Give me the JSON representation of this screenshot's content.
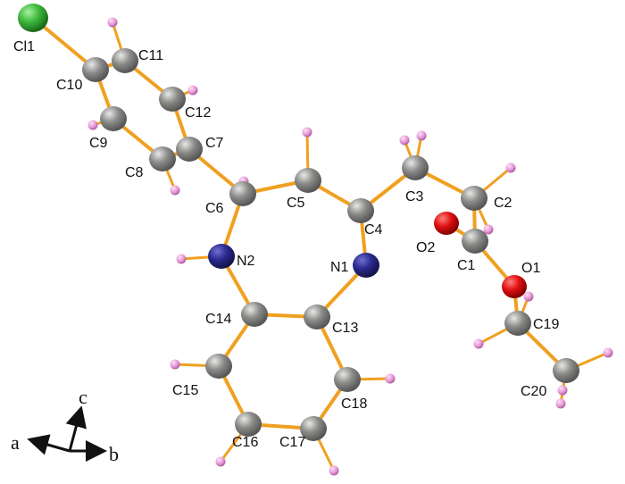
{
  "colors": {
    "bond": "#f0a020",
    "carbon": "#8a8a88",
    "nitrogen": "#2a2a8e",
    "oxygen": "#e01010",
    "chlorine": "#3cb83c",
    "hydrogen": "#e79ad8"
  },
  "atoms": [
    {
      "id": "Cl1",
      "label": "Cl1",
      "element": "Cl"
    },
    {
      "id": "C10",
      "label": "C10",
      "element": "C"
    },
    {
      "id": "C11",
      "label": "C11",
      "element": "C"
    },
    {
      "id": "C12",
      "label": "C12",
      "element": "C"
    },
    {
      "id": "C9",
      "label": "C9",
      "element": "C"
    },
    {
      "id": "C7",
      "label": "C7",
      "element": "C"
    },
    {
      "id": "C8",
      "label": "C8",
      "element": "C"
    },
    {
      "id": "C6",
      "label": "C6",
      "element": "C"
    },
    {
      "id": "C5",
      "label": "C5",
      "element": "C"
    },
    {
      "id": "C4",
      "label": "C4",
      "element": "C"
    },
    {
      "id": "C3",
      "label": "C3",
      "element": "C"
    },
    {
      "id": "C2",
      "label": "C2",
      "element": "C"
    },
    {
      "id": "O2",
      "label": "O2",
      "element": "O"
    },
    {
      "id": "C1",
      "label": "C1",
      "element": "C"
    },
    {
      "id": "O1",
      "label": "O1",
      "element": "O"
    },
    {
      "id": "C19",
      "label": "C19",
      "element": "C"
    },
    {
      "id": "C20",
      "label": "C20",
      "element": "C"
    },
    {
      "id": "N1",
      "label": "N1",
      "element": "N"
    },
    {
      "id": "N2",
      "label": "N2",
      "element": "N"
    },
    {
      "id": "C14",
      "label": "C14",
      "element": "C"
    },
    {
      "id": "C13",
      "label": "C13",
      "element": "C"
    },
    {
      "id": "C15",
      "label": "C15",
      "element": "C"
    },
    {
      "id": "C16",
      "label": "C16",
      "element": "C"
    },
    {
      "id": "C17",
      "label": "C17",
      "element": "C"
    },
    {
      "id": "C18",
      "label": "C18",
      "element": "C"
    }
  ],
  "axes": {
    "a": "a",
    "b": "b",
    "c": "c"
  }
}
